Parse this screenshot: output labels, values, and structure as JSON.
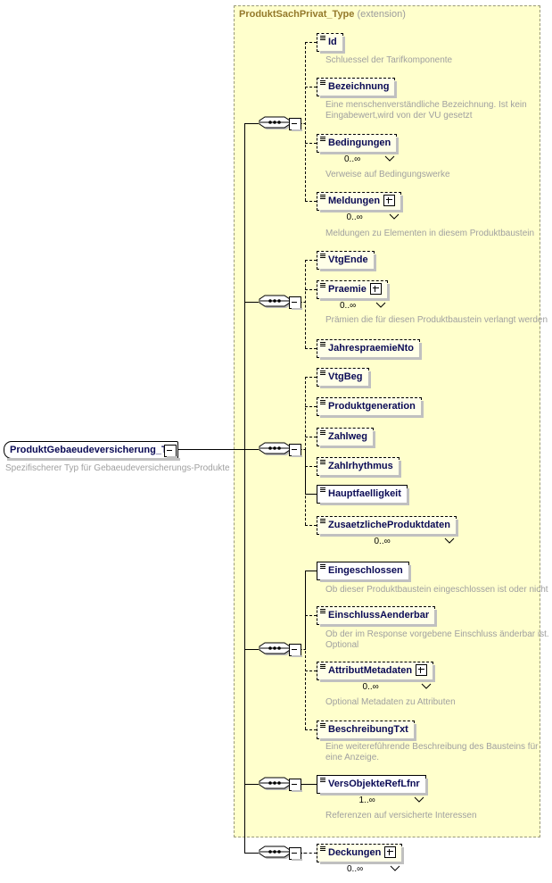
{
  "diagram": {
    "kind": "xml-schema-diagram",
    "root": {
      "label": "ProduktGebaeudeversicherung_T...",
      "annotation": "Spezifischerer Typ für Gebaeudeversicherungs-Produkte",
      "toggle": "minus"
    },
    "container": {
      "title": "ProduktSachPrivat_Type",
      "subtitle": "(extension)",
      "title_color": "#94792b",
      "background": "#ffffcc",
      "border": "#9a9a7a"
    },
    "groups": [
      {
        "compositor": "sequence",
        "toggle": "minus",
        "elements": [
          {
            "label": "Id",
            "required": false,
            "expandable": false,
            "cardinality": "",
            "annotation": "Schluessel der Tarifkomponente"
          },
          {
            "label": "Bezeichnung",
            "required": false,
            "expandable": false,
            "cardinality": "",
            "annotation": "Eine menschenverständliche Bezeichnung. Ist kein\nEingabewert,wird von der VU gesetzt"
          },
          {
            "label": "Bedingungen",
            "required": false,
            "expandable": false,
            "cardinality": "0..∞",
            "annotation": "Verweise auf Bedingungswerke"
          },
          {
            "label": "Meldungen",
            "required": false,
            "expandable": true,
            "cardinality": "0..∞",
            "annotation": "Meldungen zu Elementen in diesem Produktbaustein"
          }
        ]
      },
      {
        "compositor": "sequence",
        "toggle": "minus",
        "elements": [
          {
            "label": "VtgEnde",
            "required": false,
            "expandable": false,
            "cardinality": "",
            "annotation": ""
          },
          {
            "label": "Praemie",
            "required": false,
            "expandable": true,
            "cardinality": "0..∞",
            "annotation": "Prämien die für diesen Produktbaustein verlangt werden"
          },
          {
            "label": "JahrespraemieNto",
            "required": false,
            "expandable": false,
            "cardinality": "",
            "annotation": ""
          }
        ]
      },
      {
        "compositor": "sequence",
        "toggle": "minus",
        "elements": [
          {
            "label": "VtgBeg",
            "required": false,
            "expandable": false,
            "cardinality": "",
            "annotation": ""
          },
          {
            "label": "Produktgeneration",
            "required": false,
            "expandable": false,
            "cardinality": "",
            "annotation": ""
          },
          {
            "label": "Zahlweg",
            "required": false,
            "expandable": false,
            "cardinality": "",
            "annotation": ""
          },
          {
            "label": "Zahlrhythmus",
            "required": false,
            "expandable": false,
            "cardinality": "",
            "annotation": ""
          },
          {
            "label": "Hauptfaelligkeit",
            "required": true,
            "expandable": false,
            "cardinality": "",
            "annotation": ""
          },
          {
            "label": "ZusaetzlicheProduktdaten",
            "required": false,
            "expandable": false,
            "cardinality": "0..∞",
            "annotation": ""
          }
        ]
      },
      {
        "compositor": "sequence",
        "toggle": "minus",
        "elements": [
          {
            "label": "Eingeschlossen",
            "required": true,
            "expandable": false,
            "cardinality": "",
            "annotation": "Ob dieser Produktbaustein eingeschlossen ist oder nicht"
          },
          {
            "label": "EinschlussAenderbar",
            "required": false,
            "expandable": false,
            "cardinality": "",
            "annotation": "Ob der im Response vorgebene Einschluss änderbar ist.\nOptional"
          },
          {
            "label": "AttributMetadaten",
            "required": false,
            "expandable": true,
            "cardinality": "0..∞",
            "annotation": "Optional Metadaten zu Attributen"
          },
          {
            "label": "BeschreibungTxt",
            "required": false,
            "expandable": false,
            "cardinality": "",
            "annotation": "Eine weiterefûhrende Beschreibung des Bausteins für\neine Anzeige."
          }
        ]
      },
      {
        "compositor": "sequence",
        "toggle": "minus",
        "elements": [
          {
            "label": "VersObjekteRefLfnr",
            "required": true,
            "expandable": false,
            "cardinality": "1..∞",
            "annotation": "Referenzen auf versicherte Interessen"
          }
        ]
      },
      {
        "compositor": "sequence",
        "toggle": "minus",
        "outside_container": true,
        "elements": [
          {
            "label": "Deckungen",
            "required": false,
            "expandable": true,
            "cardinality": "0..∞",
            "annotation": ""
          }
        ]
      }
    ]
  }
}
